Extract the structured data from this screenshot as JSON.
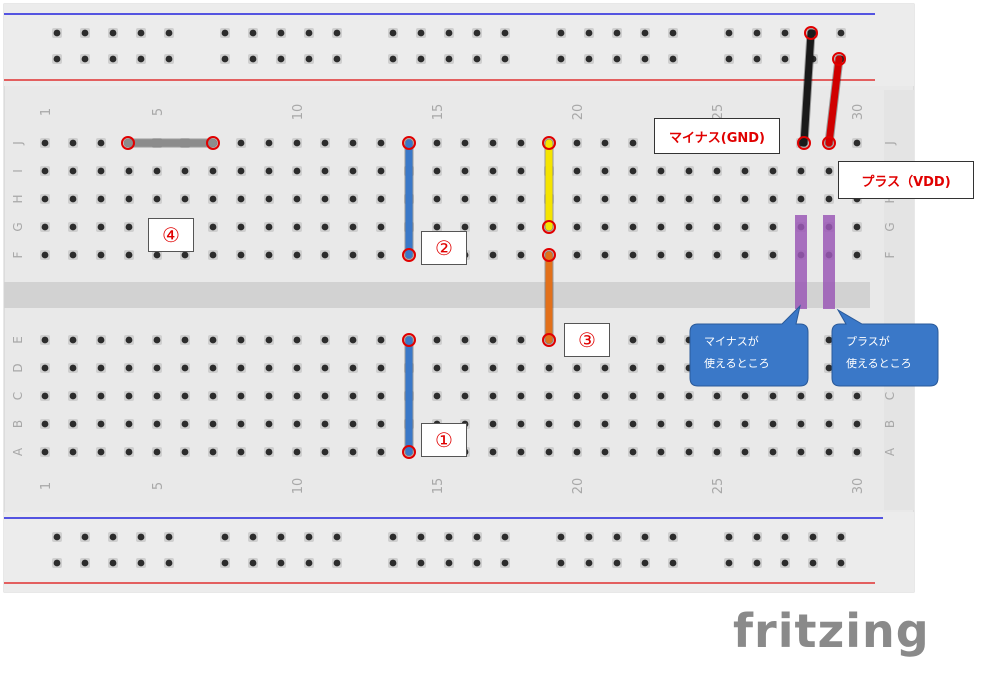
{
  "labels": {
    "minus_gnd": "マイナス(GND)",
    "plus_vdd": "プラス（VDD)",
    "bubble_minus_line1": "マイナスが",
    "bubble_minus_line2": "使えるところ",
    "bubble_plus_line1": "プラスが",
    "bubble_plus_line2": "使えるところ",
    "num1": "①",
    "num2": "②",
    "num3": "③",
    "num4": "④",
    "logo": "fritzing"
  },
  "breadboard": {
    "column_numbers": [
      "1",
      "5",
      "10",
      "15",
      "20",
      "25",
      "30"
    ],
    "top_row_letters": [
      "J",
      "I",
      "H",
      "G",
      "F"
    ],
    "bottom_row_letters": [
      "E",
      "D",
      "C",
      "B",
      "A"
    ]
  },
  "wires": [
    {
      "name": "gray-jumper-wire",
      "color": "#8c8c8c"
    },
    {
      "name": "blue-jumper-wire-2",
      "color": "#3a78c8"
    },
    {
      "name": "yellow-jumper-wire",
      "color": "#f5e400"
    },
    {
      "name": "orange-jumper-wire",
      "color": "#e2701a"
    },
    {
      "name": "blue-jumper-wire-1",
      "color": "#3a78c8"
    },
    {
      "name": "black-gnd-wire",
      "color": "#1a1a1a"
    },
    {
      "name": "red-vdd-wire",
      "color": "#d00000"
    }
  ],
  "colors": {
    "board": "#e9e9e9",
    "rail_blue": "#2222dd",
    "rail_red": "#e03030",
    "highlight_purple": "#9b59b6",
    "bubble_blue": "#3a78c8",
    "callout_text": "#e00000"
  }
}
